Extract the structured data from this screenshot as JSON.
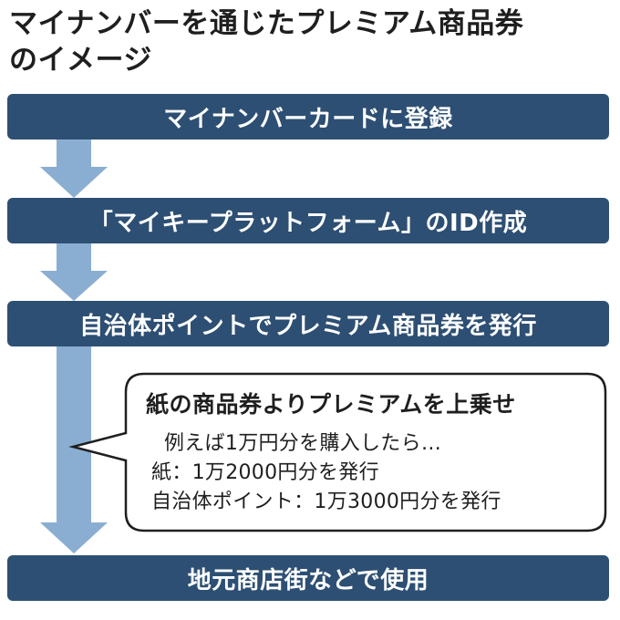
{
  "title": {
    "line1": "マイナンバーを通じたプレミアム商品券",
    "line2": "のイメージ"
  },
  "steps": [
    {
      "label": "マイナンバーカードに登録"
    },
    {
      "label": "「マイキープラットフォーム」のID作成"
    },
    {
      "label": "自治体ポイントでプレミアム商品券を発行"
    },
    {
      "label": "地元商店街などで使用"
    }
  ],
  "callout": {
    "heading": "紙の商品券よりプレミアムを上乗せ",
    "lines": [
      "例えば1万円分を購入したら…",
      "紙：1万2000円分を発行",
      "自治体ポイント：1万3000円分を発行"
    ]
  },
  "colors": {
    "step_fill": "#2d4f73",
    "arrow_fill": "#8aaed1",
    "text": "#1f1f1f",
    "bubble_stroke": "#1f1f1f"
  }
}
